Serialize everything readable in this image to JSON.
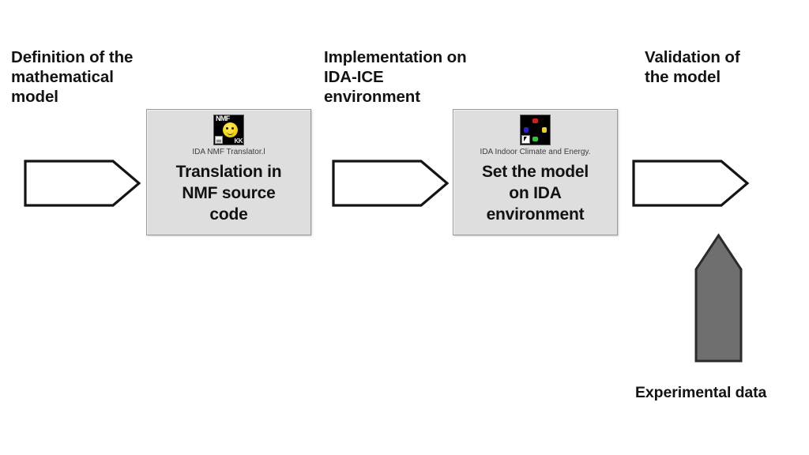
{
  "diagram": {
    "title": "Modeling workflow: definition, implementation and validation",
    "background_color": "#ffffff"
  },
  "stage_labels": [
    {
      "id": "definition",
      "text": "Definition of the\nmathematical\nmodel"
    },
    {
      "id": "implementation",
      "text": "Implementation on\nIDA-ICE\nenvironment"
    },
    {
      "id": "validation",
      "text": "Validation of\nthe model"
    }
  ],
  "boxes": [
    {
      "id": "translation",
      "icon_name": "ida-nmf-translator-icon",
      "icon_caption": "IDA NMF Translator.l",
      "icon_label_text": "NMF",
      "icon_badge_text": "KK",
      "title": "Translation in\nNMF source\ncode",
      "fill_color": "#dedede",
      "border_color": "#9a9a9a"
    },
    {
      "id": "setmodel",
      "icon_name": "ida-indoor-climate-and-energy-icon",
      "icon_caption": "IDA Indoor Climate and Energy.",
      "icon_dot_colors": [
        "#000000",
        "#d11f1f",
        "#000000",
        "#2323c8",
        "#000000",
        "#e8d21c",
        "#000000",
        "#36c23a",
        "#000000"
      ],
      "title": "Set the model\non IDA\nenvironment",
      "fill_color": "#dedede",
      "border_color": "#9a9a9a"
    }
  ],
  "arrows": [
    {
      "id": "arrow-1",
      "direction": "right",
      "fill": "#ffffff",
      "stroke": "#141414",
      "label": ""
    },
    {
      "id": "arrow-2",
      "direction": "right",
      "fill": "#ffffff",
      "stroke": "#141414",
      "label": ""
    },
    {
      "id": "arrow-3",
      "direction": "right",
      "fill": "#ffffff",
      "stroke": "#141414",
      "label": ""
    },
    {
      "id": "arrow-experimental",
      "direction": "up",
      "fill": "#6f6f6f",
      "stroke": "#2b2b2b",
      "label": "Experimental data"
    }
  ],
  "captions": {
    "experimental_data": "Experimental data"
  }
}
